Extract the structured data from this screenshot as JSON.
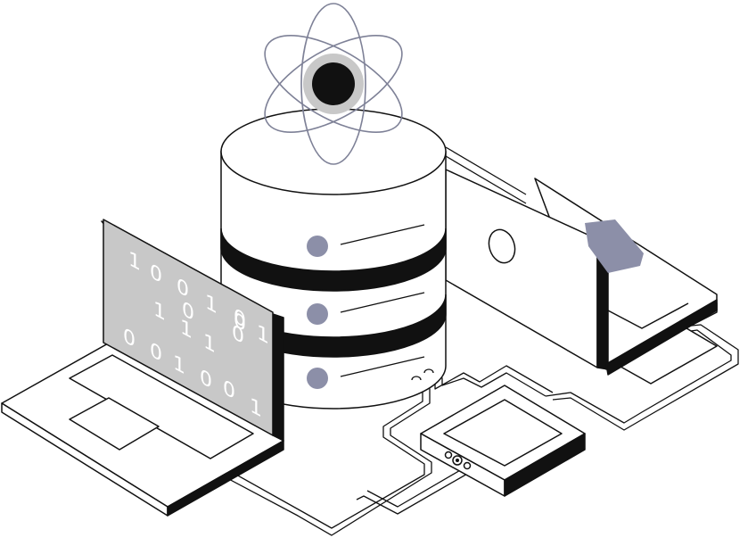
{
  "colors": {
    "background": "#ffffff",
    "outline": "#111111",
    "screen_gray": "#c8c8c8",
    "accent_slate": "#8c8fa8",
    "atom_orbit": "#7e8197"
  },
  "laptop_screen_left": {
    "digits": [
      "1",
      "0",
      "0",
      "1",
      "0",
      "1",
      "1",
      "1",
      "0",
      "1",
      "0",
      "0",
      "1",
      "0",
      "0",
      "1",
      "0",
      "0"
    ]
  },
  "icons": [
    "atom-icon",
    "database-server-icon",
    "laptop-icon",
    "laptop-back-icon",
    "network-hub-icon",
    "cable-icon"
  ]
}
